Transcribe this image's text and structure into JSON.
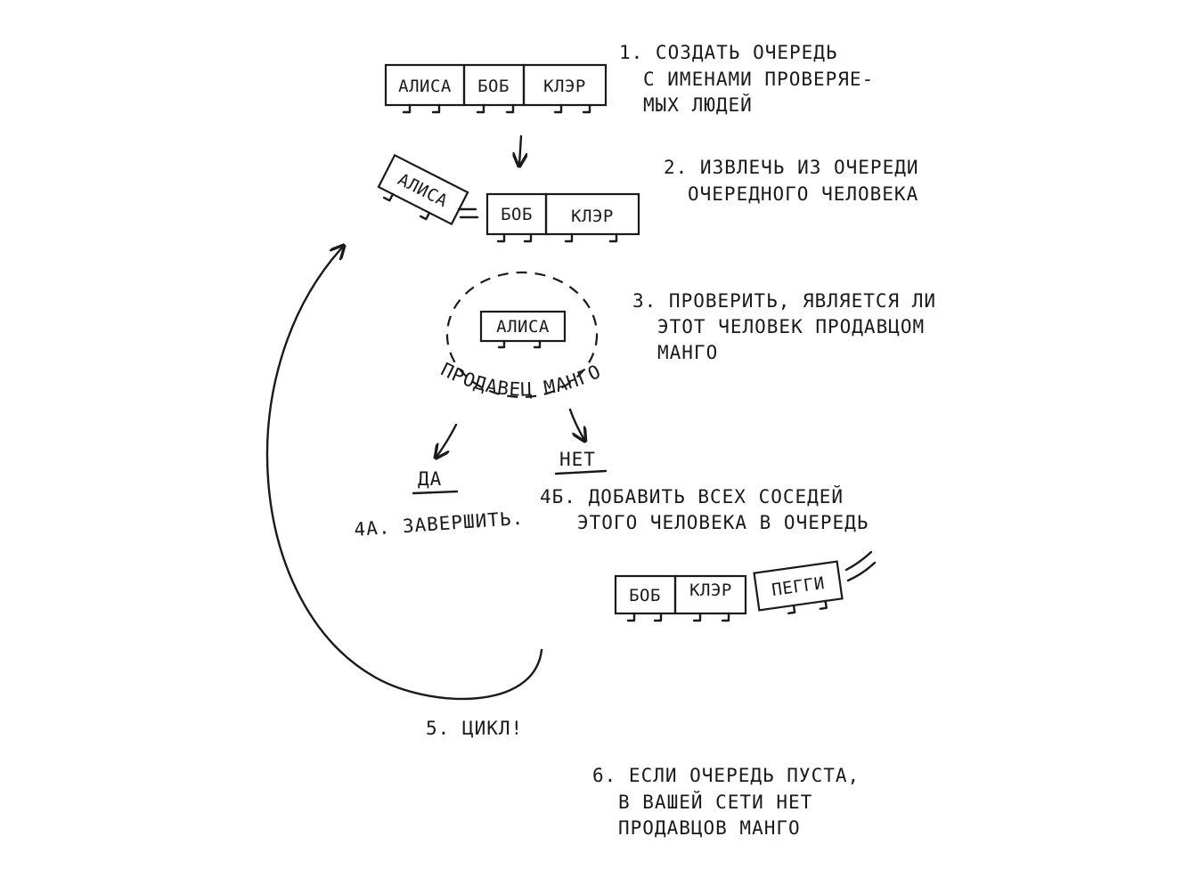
{
  "step1": [
    "1. СОЗДАТЬ ОЧЕРЕДЬ",
    "С ИМЕНАМИ ПРОВЕРЯЕ-",
    "МЫХ ЛЮДЕЙ"
  ],
  "step2": [
    "2. ИЗВЛЕЧЬ ИЗ ОЧЕРЕДИ",
    "ОЧЕРЕДНОГО ЧЕЛОВЕКА"
  ],
  "step3": [
    "3. ПРОВЕРИТЬ, ЯВЛЯЕТСЯ ЛИ",
    "ЭТОТ ЧЕЛОВЕК ПРОДАВЦОМ",
    "МАНГО"
  ],
  "step4a": "4А. ЗАВЕРШИТЬ.",
  "step4b": [
    "4Б. ДОБАВИТЬ ВСЕХ СОСЕДЕЙ",
    "ЭТОГО ЧЕЛОВЕКА В ОЧЕРЕДЬ"
  ],
  "step5": "5. ЦИКЛ!",
  "step6": [
    "6. ЕСЛИ ОЧЕРЕДЬ ПУСТА,",
    "В ВАШЕЙ СЕТИ НЕТ",
    "ПРОДАВЦОВ МАНГО"
  ],
  "branch_yes": "ДА",
  "branch_no": "НЕТ",
  "mango_seller_label": "ПРОДАВЕЦ МАНГО",
  "queue1": [
    "АЛИСА",
    "БОБ",
    "КЛЭР"
  ],
  "queue2_removed": "АЛИСА",
  "queue2": [
    "БОБ",
    "КЛЭР"
  ],
  "checked_person": "АЛИСА",
  "queue3": [
    "БОБ",
    "КЛЭР"
  ],
  "queue3_added": "ПЕГГИ"
}
